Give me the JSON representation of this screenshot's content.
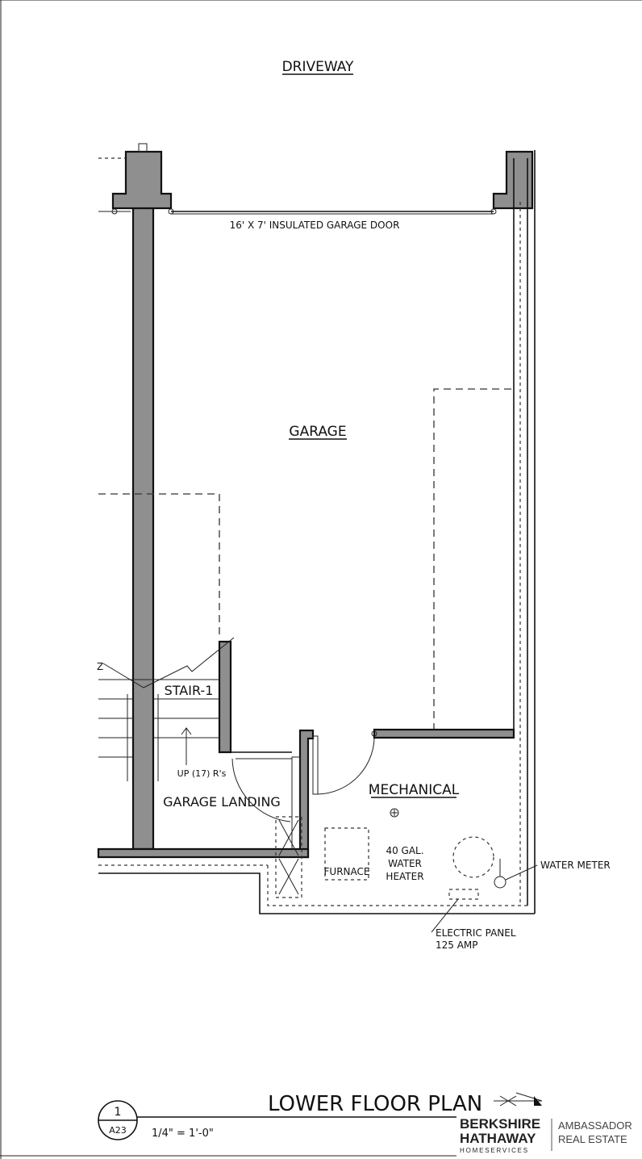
{
  "rooms": {
    "driveway": "DRIVEWAY",
    "garage_door": "16' X 7' INSULATED GARAGE DOOR",
    "garage": "GARAGE",
    "stair": "STAIR-1",
    "stair_note": "UP (17) R's",
    "garage_landing": "GARAGE LANDING",
    "mechanical": "MECHANICAL",
    "furnace": "FURNACE",
    "water_heater_line1": "40 GAL.",
    "water_heater_line2": "WATER",
    "water_heater_line3": "HEATER",
    "water_meter": "WATER METER",
    "electric_panel_line1": "ELECTRIC PANEL",
    "electric_panel_line2": "125 AMP"
  },
  "title_block": {
    "detail_number": "1",
    "sheet_number": "A23",
    "plan_title": "LOWER FLOOR PLAN",
    "scale": "1/4\" = 1'-0\""
  },
  "branding": {
    "line1": "BERKSHIRE",
    "line2": "HATHAWAY",
    "line3": "HOMESERVICES",
    "agency_line1": "AMBASSADOR",
    "agency_line2": "REAL ESTATE"
  }
}
